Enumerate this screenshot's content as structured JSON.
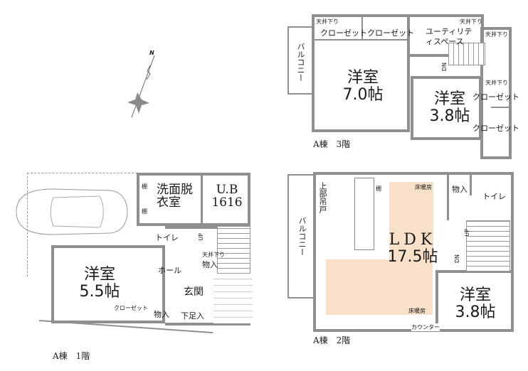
{
  "compass": {
    "label": "N"
  },
  "floors": [
    {
      "id": "floor3",
      "title": "A棟　3階",
      "rooms": [
        {
          "name": "洋室",
          "size": "7.0帖"
        },
        {
          "name": "洋室",
          "size": "3.8帖"
        },
        {
          "name": "クローゼット"
        },
        {
          "name": "クローゼット"
        },
        {
          "name": "ユーティリティスペース"
        },
        {
          "name": "クローゼット"
        },
        {
          "name": "クローゼット"
        },
        {
          "name": "バルコニー"
        }
      ],
      "notes": [
        "天井下り",
        "天井下り",
        "天井下り",
        "天井下り",
        "DN"
      ]
    },
    {
      "id": "floor2",
      "title": "A棟　2階",
      "rooms": [
        {
          "name": "LDK",
          "size": "17.5帖"
        },
        {
          "name": "洋室",
          "size": "3.8帖"
        },
        {
          "name": "物入"
        },
        {
          "name": "トイレ"
        },
        {
          "name": "バルコニー"
        },
        {
          "name": "上部吊戸"
        },
        {
          "name": "棚"
        },
        {
          "name": "カウンター"
        }
      ],
      "notes": [
        "床暖房",
        "床暖房",
        "UP",
        "DN"
      ]
    },
    {
      "id": "floor1",
      "title": "A棟　1階",
      "rooms": [
        {
          "name": "洋室",
          "size": "5.5帖"
        },
        {
          "name": "洗面脱衣室"
        },
        {
          "name": "U.B",
          "size": "1616"
        },
        {
          "name": "トイレ"
        },
        {
          "name": "ホール"
        },
        {
          "name": "玄関"
        },
        {
          "name": "物入"
        },
        {
          "name": "物入"
        },
        {
          "name": "下足入"
        },
        {
          "name": "クローゼット"
        },
        {
          "name": "棚"
        },
        {
          "name": "棚"
        }
      ],
      "notes": [
        "天井下り",
        "UP"
      ]
    }
  ]
}
